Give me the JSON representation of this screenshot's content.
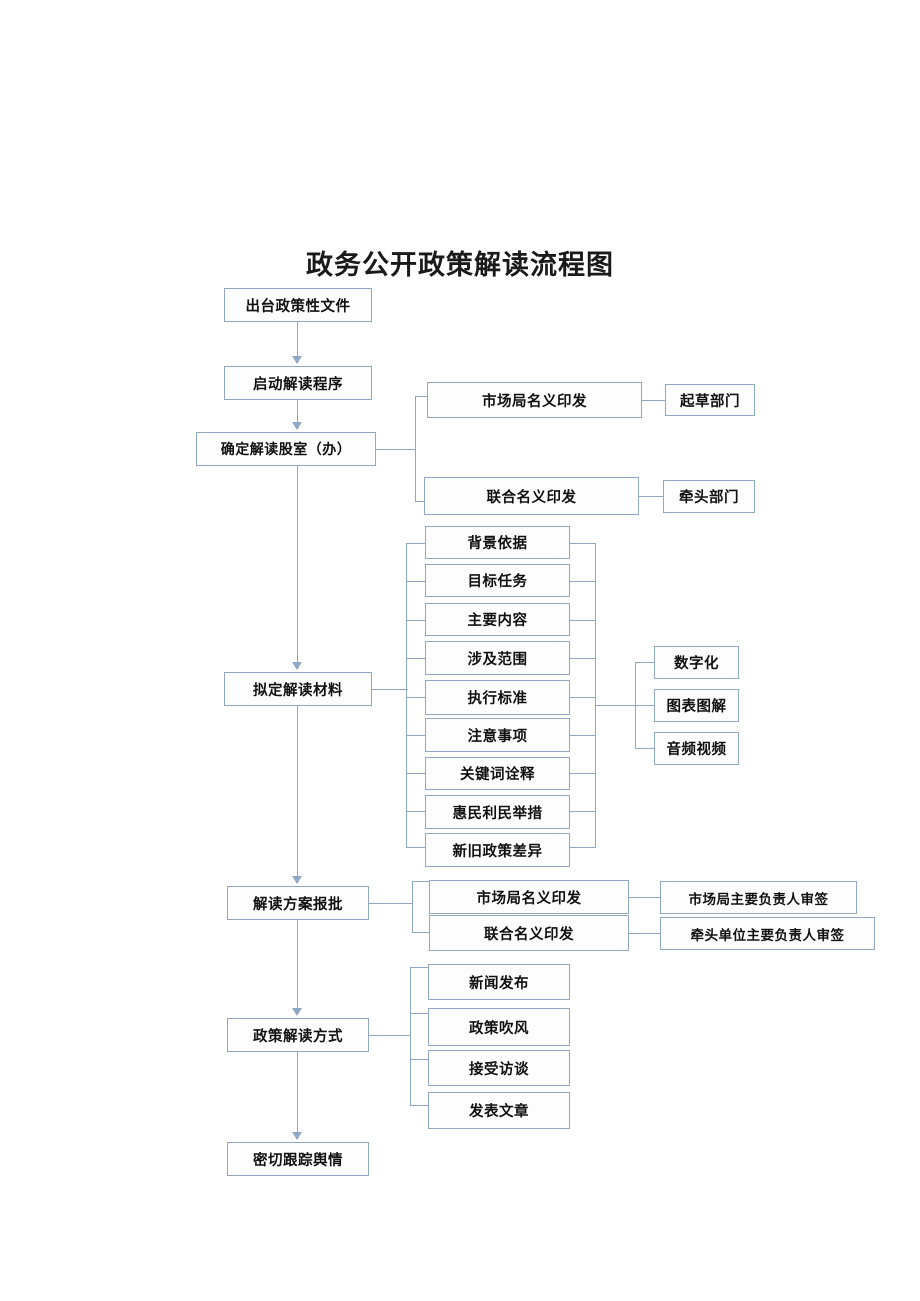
{
  "document": {
    "title": "政务公开政策解读流程图",
    "type": "flowchart",
    "language": "zh-CN"
  },
  "colors": {
    "border": "#8fa9c4",
    "connector": "#8fa9c4",
    "text": "#111111",
    "background": "#ffffff",
    "box_fill": "#fdfdfd"
  },
  "main_flow": [
    {
      "id": "n1",
      "label": "出台政策性文件"
    },
    {
      "id": "n2",
      "label": "启动解读程序"
    },
    {
      "id": "n3",
      "label": "确定解读股室（办）"
    },
    {
      "id": "n4",
      "label": "拟定解读材料"
    },
    {
      "id": "n5",
      "label": "解读方案报批"
    },
    {
      "id": "n6",
      "label": "政策解读方式"
    },
    {
      "id": "n7",
      "label": "密切跟踪舆情"
    }
  ],
  "branch_issue": {
    "from": "确定解读股室（办）",
    "items": [
      {
        "label": "市场局名义印发",
        "target": "起草部门"
      },
      {
        "label": "联合名义印发",
        "target": "牵头部门"
      }
    ]
  },
  "branch_materials": {
    "from": "拟定解读材料",
    "items": [
      "背景依据",
      "目标任务",
      "主要内容",
      "涉及范围",
      "执行标准",
      "注意事项",
      "关键词诠释",
      "惠民利民举措",
      "新旧政策差异"
    ],
    "formats": [
      "数字化",
      "图表图解",
      "音频视频"
    ]
  },
  "branch_approval": {
    "from": "解读方案报批",
    "items": [
      {
        "label": "市场局名义印发",
        "target": "市场局主要负责人审签"
      },
      {
        "label": "联合名义印发",
        "target": "牵头单位主要负责人审签"
      }
    ]
  },
  "branch_methods": {
    "from": "政策解读方式",
    "items": [
      "新闻发布",
      "政策吹风",
      "接受访谈",
      "发表文章"
    ]
  }
}
